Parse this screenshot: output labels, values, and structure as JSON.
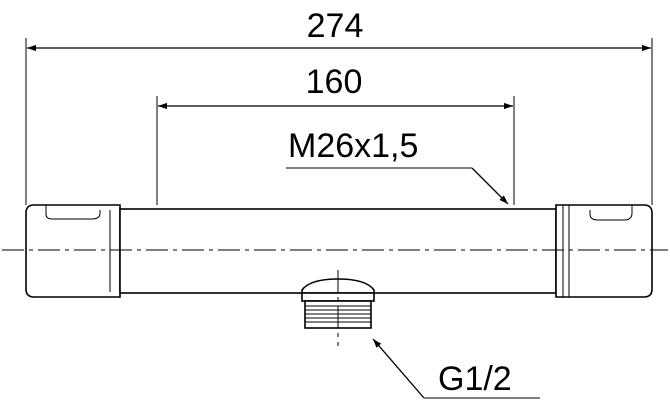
{
  "drawing": {
    "dimensions": {
      "overall_length": "274",
      "inner_length": "160",
      "thread_spec": "M26x1,5",
      "inlet_spec": "G1/2"
    }
  }
}
